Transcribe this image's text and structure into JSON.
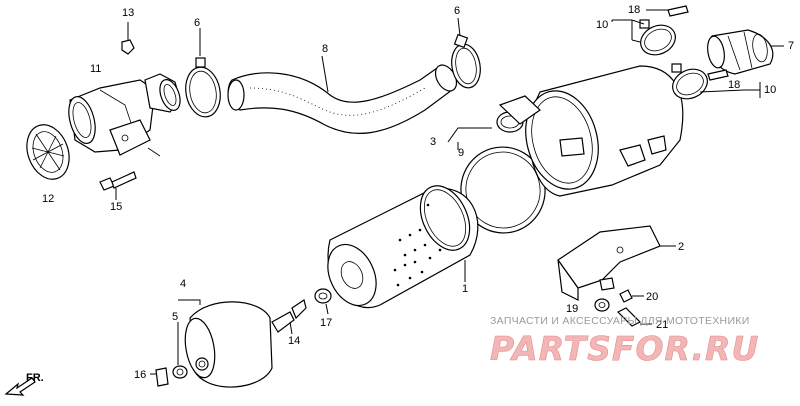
{
  "diagram": {
    "labels": {
      "p1": "1",
      "p2": "2",
      "p3": "3",
      "p4": "4",
      "p5": "5",
      "p6a": "6",
      "p6b": "6",
      "p7": "7",
      "p8": "8",
      "p9": "9",
      "p10a": "10",
      "p10b": "10",
      "p11": "11",
      "p12": "12",
      "p13": "13",
      "p14": "14",
      "p15": "15",
      "p16": "16",
      "p17": "17",
      "p18a": "18",
      "p18b": "18",
      "p19": "19",
      "p20": "20",
      "p21": "21"
    },
    "direction_label": "FR."
  },
  "watermark": {
    "subtitle": "ЗАПЧАСТИ И АКСЕССУАРЫ ДЛЯ МОТОТЕХНИКИ",
    "brand": "PARTSFOR.RU",
    "color": "#e58d8d"
  }
}
